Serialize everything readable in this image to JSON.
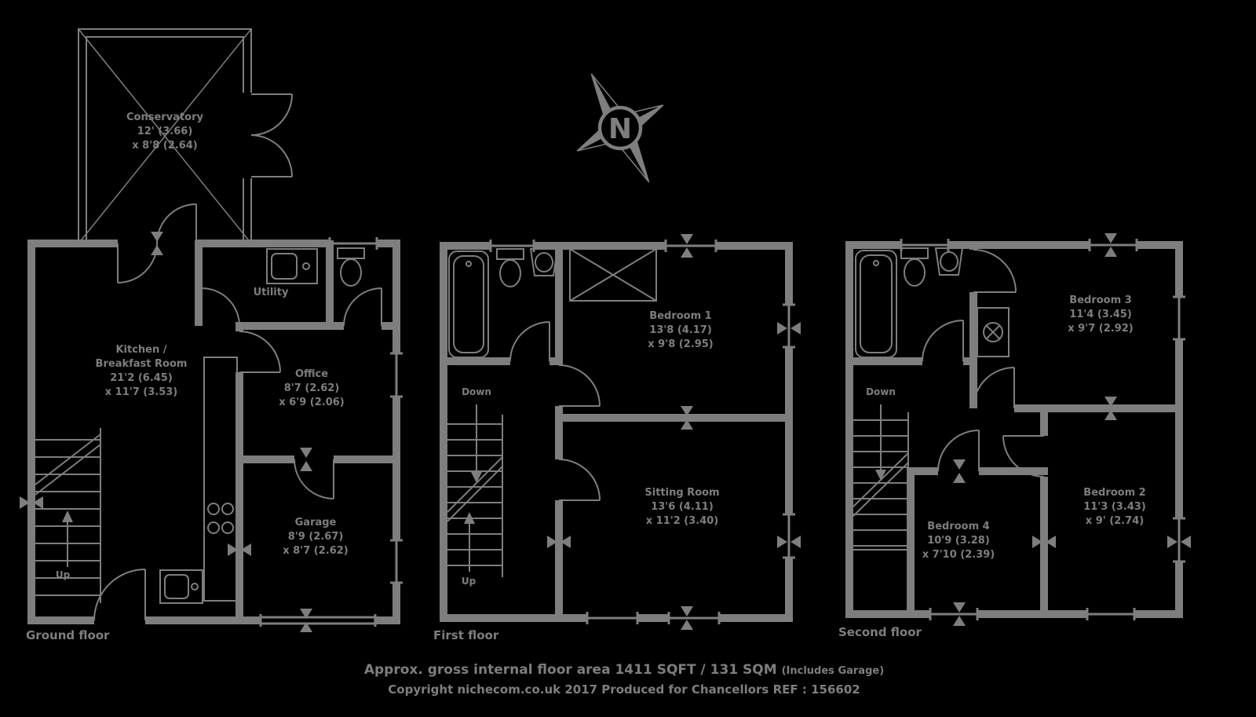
{
  "colors": {
    "background": "#000000",
    "ink": "#7e7e7e"
  },
  "compass": {
    "north": "N"
  },
  "ground_floor": {
    "label": "Ground floor",
    "stairs_up": "Up",
    "rooms": {
      "conservatory": {
        "name": "Conservatory",
        "dim1": "12' (3.66)",
        "dim2": "x 8'8 (2.64)"
      },
      "utility": {
        "name": "Utility"
      },
      "kitchen": {
        "name1": "Kitchen /",
        "name2": "Breakfast Room",
        "dim1": "21'2 (6.45)",
        "dim2": "x 11'7 (3.53)"
      },
      "office": {
        "name": "Office",
        "dim1": "8'7 (2.62)",
        "dim2": "x 6'9 (2.06)"
      },
      "garage": {
        "name": "Garage",
        "dim1": "8'9 (2.67)",
        "dim2": "x 8'7 (2.62)"
      }
    }
  },
  "first_floor": {
    "label": "First floor",
    "stairs_down": "Down",
    "stairs_up": "Up",
    "rooms": {
      "bedroom1": {
        "name": "Bedroom 1",
        "dim1": "13'8 (4.17)",
        "dim2": "x 9'8 (2.95)"
      },
      "sitting_room": {
        "name": "Sitting Room",
        "dim1": "13'6 (4.11)",
        "dim2": "x 11'2 (3.40)"
      }
    }
  },
  "second_floor": {
    "label": "Second floor",
    "stairs_down": "Down",
    "rooms": {
      "bedroom3": {
        "name": "Bedroom 3",
        "dim1": "11'4 (3.45)",
        "dim2": "x 9'7 (2.92)"
      },
      "bedroom2": {
        "name": "Bedroom 2",
        "dim1": "11'3 (3.43)",
        "dim2": "x 9' (2.74)"
      },
      "bedroom4": {
        "name": "Bedroom 4",
        "dim1": "10'9 (3.28)",
        "dim2": "x 7'10 (2.39)"
      }
    }
  },
  "footer": {
    "area_line": "Approx. gross internal floor area 1411 SQFT / 131 SQM",
    "area_note": "(Includes Garage)",
    "copyright_line": "Copyright nichecom.co.uk 2017 Produced for Chancellors REF : 156602"
  }
}
